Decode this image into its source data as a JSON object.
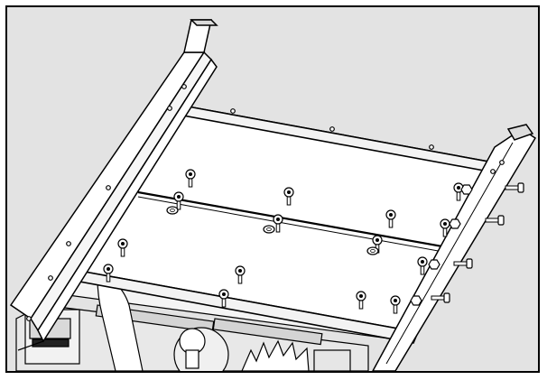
{
  "colors": {
    "background": "#e3e3e3",
    "outline": "#000000",
    "panel_fill": "#ffffff",
    "shadow": "#cfcfcf",
    "machine_fill": "#ededed"
  },
  "illustration": {
    "subject": "assembly-drawing",
    "parts": [
      "left-rail",
      "right-rail",
      "table-panel",
      "carriage-bolts",
      "loose-bolts",
      "lower-machinery"
    ]
  }
}
